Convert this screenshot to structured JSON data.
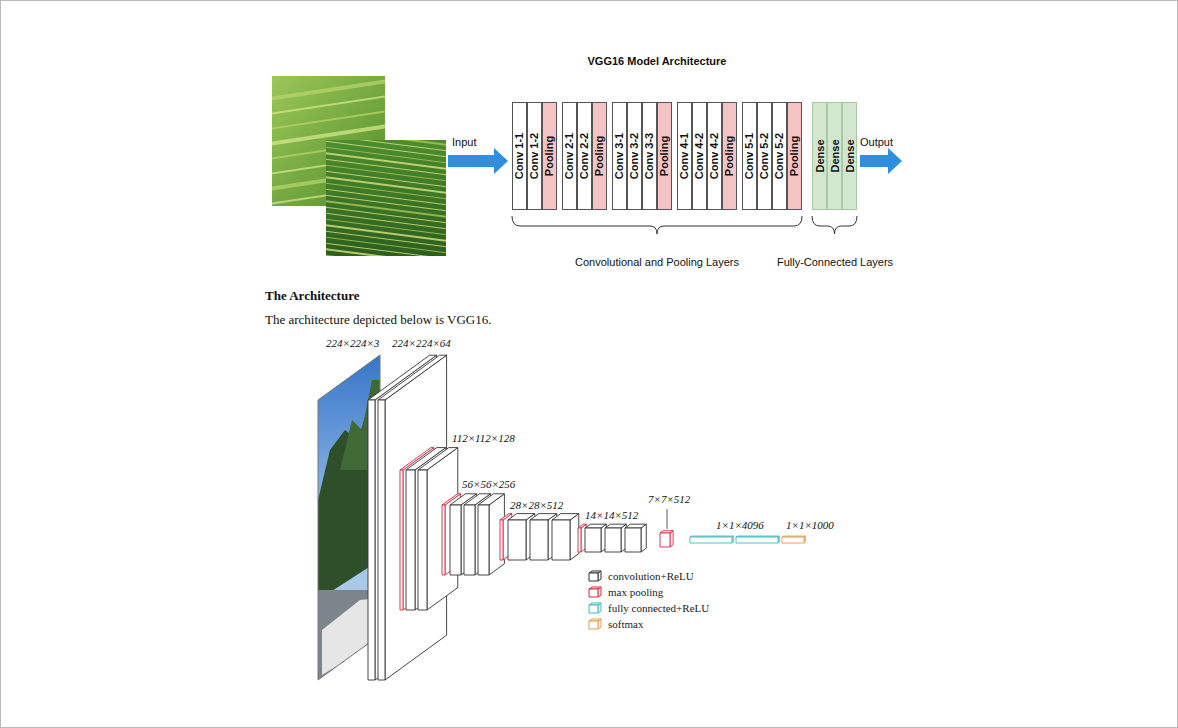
{
  "diagram": {
    "title": "VGG16 Model Architecture",
    "nodes": [
      {
        "text": [
          "Conv 1-1"
        ]
      },
      {
        "text": [
          "Conv 1-2"
        ]
      },
      {
        "text": [
          "Pooling"
        ]
      },
      {
        "text": [
          "Conv 2-1"
        ]
      },
      {
        "text": [
          "Conv 2-2"
        ]
      },
      {
        "text": [
          "Pooling"
        ]
      },
      {
        "text": [
          "Conv 3-1"
        ]
      },
      {
        "text": [
          "Conv 3-2"
        ]
      },
      {
        "text": [
          "Conv 3-3"
        ]
      },
      {
        "text": [
          "Pooling"
        ]
      },
      {
        "text": [
          "Conv 4-1"
        ]
      },
      {
        "text": [
          "Conv 4-2"
        ]
      },
      {
        "text": [
          "Conv 4-2"
        ]
      },
      {
        "text": [
          "Pooling"
        ]
      },
      {
        "text": [
          "Conv 5-1"
        ]
      },
      {
        "text": [
          "Conv 5-2"
        ]
      },
      {
        "text": [
          "Conv 5-2"
        ]
      },
      {
        "text": [
          "Pooling"
        ]
      },
      {
        "text": [
          "Dense"
        ]
      },
      {
        "text": [
          "Dense"
        ]
      },
      {
        "text": [
          "Dense"
        ]
      }
    ],
    "labels": [
      "Input",
      "Output",
      "Convolutional and Pooling Layers",
      "Fully-Connected Layers",
      "The Architecture",
      "The architecture depicted below is VGG16.",
      "224×224×3",
      "224×224×64",
      "112×112×128",
      "56×56×256",
      "28×28×512",
      "14×14×512",
      "7×7×512",
      "1×1×4096",
      "1×1×1000"
    ],
    "legend": [
      {
        "text": "convolution+ReLU",
        "color": "#333333"
      },
      {
        "text": "max pooling",
        "color": "#d7263d"
      },
      {
        "text": "fully connected+ReLU",
        "color": "#3fb8c0"
      },
      {
        "text": "softmax",
        "color": "#e39b4c"
      }
    ]
  }
}
